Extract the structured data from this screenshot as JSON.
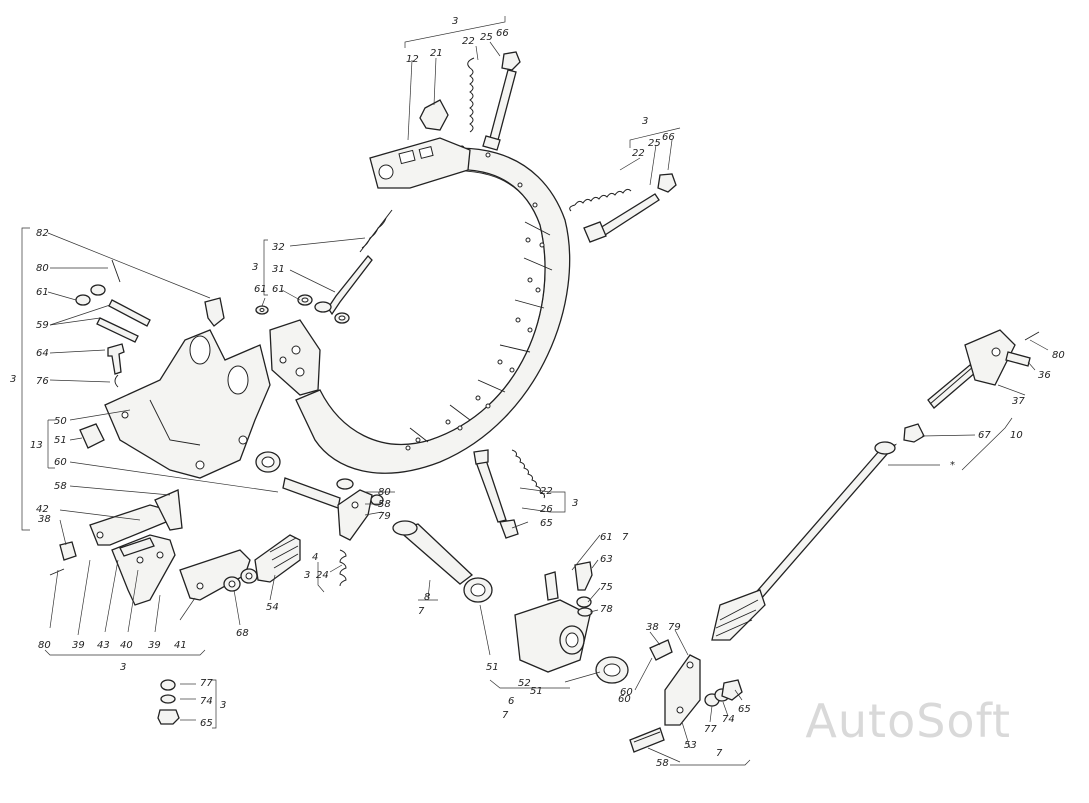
{
  "watermark": "AutoSoft",
  "labels": [
    "3",
    "22",
    "25",
    "66",
    "12",
    "21",
    "3",
    "22",
    "25",
    "66",
    "82",
    "80",
    "61",
    "59",
    "64",
    "76",
    "3",
    "13",
    "50",
    "51",
    "60",
    "58",
    "42",
    "38",
    "80",
    "39",
    "43",
    "40",
    "39",
    "41",
    "68",
    "54",
    "3",
    "32",
    "31",
    "61",
    "61",
    "3",
    "80",
    "58",
    "79",
    "4",
    "3",
    "24",
    "8",
    "7",
    "51",
    "22",
    "26",
    "3",
    "65",
    "61",
    "7",
    "63",
    "75",
    "78",
    "60",
    "51",
    "52",
    "6",
    "7",
    "77",
    "74",
    "65",
    "3",
    "80",
    "36",
    "37",
    "67",
    "10",
    "*",
    "38",
    "79",
    "60",
    "77",
    "74",
    "65",
    "53",
    "58",
    "7"
  ]
}
